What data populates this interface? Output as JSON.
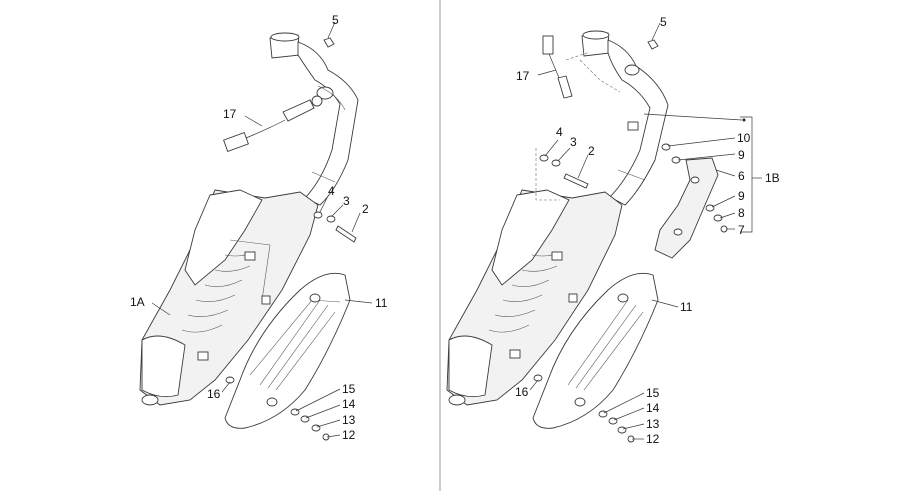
{
  "left_panel": {
    "callouts": {
      "c5": "5",
      "c17": "17",
      "c4": "4",
      "c3": "3",
      "c2": "2",
      "c1A": "1A",
      "c11": "11",
      "c16": "16",
      "c15": "15",
      "c14": "14",
      "c13": "13",
      "c12": "12"
    }
  },
  "right_panel": {
    "callouts": {
      "c5": "5",
      "c17": "17",
      "c4": "4",
      "c3": "3",
      "c2": "2",
      "c10": "10",
      "c9a": "9",
      "c6": "6",
      "c1B": "1B",
      "c9b": "9",
      "c8": "8",
      "c7": "7",
      "c11": "11",
      "c16": "16",
      "c15": "15",
      "c14": "14",
      "c13": "13",
      "c12": "12"
    }
  },
  "colors": {
    "line": "#3a3a3a",
    "divider": "#9a9a9a",
    "background": "#ffffff"
  }
}
